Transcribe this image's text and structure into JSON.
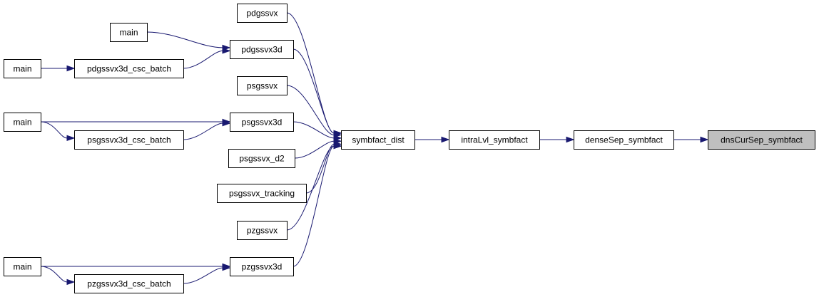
{
  "nodes": [
    {
      "id": "dnsCurSep_symbfact",
      "label": "dnsCurSep_symbfact",
      "highlight": true
    },
    {
      "id": "denseSep_symbfact",
      "label": "denseSep_symbfact"
    },
    {
      "id": "intraLvl_symbfact",
      "label": "intraLvl_symbfact"
    },
    {
      "id": "symbfact_dist",
      "label": "symbfact_dist"
    },
    {
      "id": "pdgssvx",
      "label": "pdgssvx"
    },
    {
      "id": "pdgssvx3d",
      "label": "pdgssvx3d"
    },
    {
      "id": "psgssvx",
      "label": "psgssvx"
    },
    {
      "id": "psgssvx3d",
      "label": "psgssvx3d"
    },
    {
      "id": "psgssvx_d2",
      "label": "psgssvx_d2"
    },
    {
      "id": "psgssvx_tracking",
      "label": "psgssvx_tracking"
    },
    {
      "id": "pzgssvx",
      "label": "pzgssvx"
    },
    {
      "id": "pzgssvx3d",
      "label": "pzgssvx3d"
    },
    {
      "id": "main_a",
      "label": "main"
    },
    {
      "id": "pdgssvx3d_csc_batch",
      "label": "pdgssvx3d_csc_batch"
    },
    {
      "id": "main_b",
      "label": "main"
    },
    {
      "id": "main_c",
      "label": "main"
    },
    {
      "id": "psgssvx3d_csc_batch",
      "label": "psgssvx3d_csc_batch"
    },
    {
      "id": "main_d",
      "label": "main"
    },
    {
      "id": "pzgssvx3d_csc_batch",
      "label": "pzgssvx3d_csc_batch"
    }
  ],
  "edges": [
    {
      "from": "denseSep_symbfact",
      "to": "dnsCurSep_symbfact"
    },
    {
      "from": "intraLvl_symbfact",
      "to": "denseSep_symbfact"
    },
    {
      "from": "symbfact_dist",
      "to": "intraLvl_symbfact"
    },
    {
      "from": "pdgssvx",
      "to": "symbfact_dist"
    },
    {
      "from": "pdgssvx3d",
      "to": "symbfact_dist"
    },
    {
      "from": "psgssvx",
      "to": "symbfact_dist"
    },
    {
      "from": "psgssvx3d",
      "to": "symbfact_dist"
    },
    {
      "from": "psgssvx_d2",
      "to": "symbfact_dist"
    },
    {
      "from": "psgssvx_tracking",
      "to": "symbfact_dist"
    },
    {
      "from": "pzgssvx",
      "to": "symbfact_dist"
    },
    {
      "from": "pzgssvx3d",
      "to": "symbfact_dist"
    },
    {
      "from": "main_a",
      "to": "pdgssvx3d"
    },
    {
      "from": "pdgssvx3d_csc_batch",
      "to": "pdgssvx3d"
    },
    {
      "from": "main_b",
      "to": "pdgssvx3d_csc_batch"
    },
    {
      "from": "main_c",
      "to": "psgssvx3d"
    },
    {
      "from": "psgssvx3d_csc_batch",
      "to": "psgssvx3d"
    },
    {
      "from": "main_c",
      "to": "psgssvx3d_csc_batch"
    },
    {
      "from": "main_d",
      "to": "pzgssvx3d"
    },
    {
      "from": "pzgssvx3d_csc_batch",
      "to": "pzgssvx3d"
    },
    {
      "from": "main_d",
      "to": "pzgssvx3d_csc_batch"
    }
  ],
  "colors": {
    "edge": "#191970",
    "highlight_fill": "#bfbfbf",
    "node_fill": "#ffffff",
    "node_border": "#000000"
  }
}
